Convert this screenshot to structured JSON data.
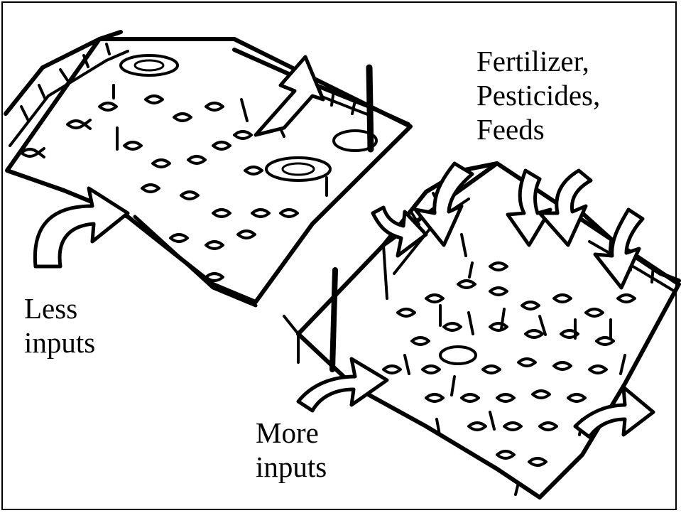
{
  "labels": {
    "inputs_list": [
      "Fertilizer,",
      "Pesticides,",
      "Feeds"
    ],
    "less_inputs": [
      "Less",
      "inputs"
    ],
    "more_inputs": [
      "More",
      "inputs"
    ]
  },
  "colors": {
    "ink": "#000000",
    "paper": "#ffffff"
  },
  "illustration": {
    "elements": [
      "low-input-pond",
      "high-input-pond",
      "pond-pole",
      "fish",
      "input-arrow"
    ]
  }
}
